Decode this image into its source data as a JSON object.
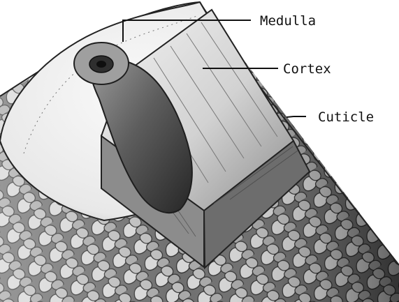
{
  "labels": {
    "medulla": "Medulla",
    "cortex": "Cortex",
    "cuticle": "Cuticle"
  },
  "parts": {
    "medulla": "medulla-core",
    "cortex": "cortex-layer",
    "cuticle": "cuticle-scales"
  },
  "colors": {
    "background": "#ffffff",
    "cuticle_light": "#f1f1f1",
    "cuticle_dark": "#333333",
    "cortex": "#d8d8d8",
    "medulla": "#707070",
    "ink": "#111111"
  }
}
